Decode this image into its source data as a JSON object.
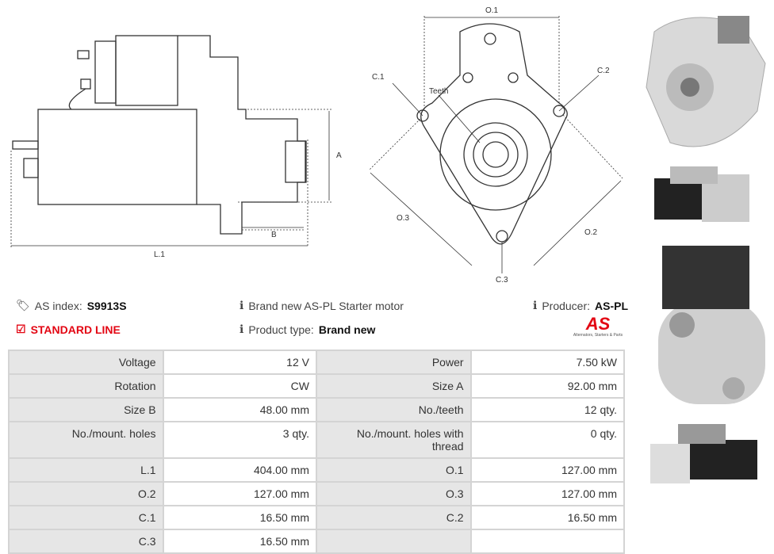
{
  "diagram_labels": {
    "a": "A",
    "b": "B",
    "l1": "L.1",
    "o1": "O.1",
    "o2": "O.2",
    "o3": "O.3",
    "c1": "C.1",
    "c2": "C.2",
    "c3": "C.3",
    "teeth": "Teeth"
  },
  "info": {
    "as_index_label": "AS index:",
    "as_index_value": "S9913S",
    "standard_line": "STANDARD LINE",
    "description": "Brand new AS-PL Starter motor",
    "product_type_label": "Product type:",
    "product_type_value": "Brand new",
    "producer_label": "Producer:",
    "producer_value": "AS-PL",
    "logo_text": "AS",
    "logo_tagline": "Alternators, Starters & Parts"
  },
  "colors": {
    "brand": "#e30613"
  },
  "specs": [
    [
      {
        "k": "Voltage",
        "v": "12 V"
      },
      {
        "k": "Power",
        "v": "7.50 kW"
      }
    ],
    [
      {
        "k": "Rotation",
        "v": "CW"
      },
      {
        "k": "Size A",
        "v": "92.00 mm"
      }
    ],
    [
      {
        "k": "Size B",
        "v": "48.00 mm"
      },
      {
        "k": "No./teeth",
        "v": "12 qty."
      }
    ],
    [
      {
        "k": "No./mount. holes",
        "v": "3 qty."
      },
      {
        "k": "No./mount. holes with thread",
        "v": "0 qty."
      }
    ],
    [
      {
        "k": "L.1",
        "v": "404.00 mm"
      },
      {
        "k": "O.1",
        "v": "127.00 mm"
      }
    ],
    [
      {
        "k": "O.2",
        "v": "127.00 mm"
      },
      {
        "k": "O.3",
        "v": "127.00 mm"
      }
    ],
    [
      {
        "k": "C.1",
        "v": "16.50 mm"
      },
      {
        "k": "C.2",
        "v": "16.50 mm"
      }
    ],
    [
      {
        "k": "C.3",
        "v": "16.50 mm"
      },
      {
        "k": "",
        "v": ""
      }
    ]
  ]
}
